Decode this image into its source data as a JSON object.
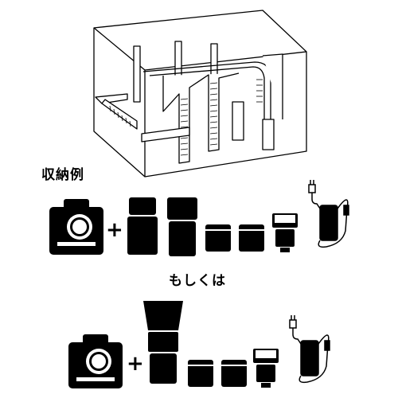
{
  "labels": {
    "example_heading": "収納例",
    "alternative_heading": "もしくは"
  },
  "symbols": {
    "plus": "+"
  },
  "icons": {
    "bag_diagram": "camera-bag-divider-diagram",
    "camera": "camera-body-with-grip-icon",
    "telephoto_lens": "telephoto-lens-icon",
    "lens_hood_lens": "lens-with-hood-icon",
    "short_lens": "short-lens-icon",
    "flash": "speedlight-flash-icon",
    "charger": "battery-charger-with-cable-icon"
  },
  "colors": {
    "ink": "#000000",
    "paper": "#ffffff"
  }
}
